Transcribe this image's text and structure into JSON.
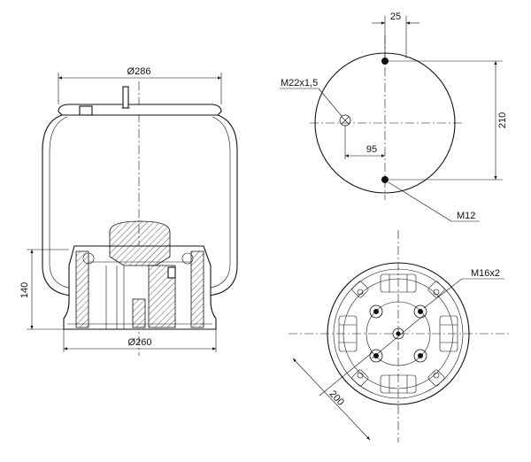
{
  "dimensions": {
    "diameter_top": "Ø286",
    "diameter_bottom": "Ø260",
    "height_piston": "140",
    "hole_offset": "25",
    "hole_spacing": "210",
    "center_offset": "95",
    "bolt_circle": "200"
  },
  "callouts": {
    "air_fitting": "M22x1,5",
    "top_bolt": "M12",
    "bottom_bolt": "M16x2"
  }
}
